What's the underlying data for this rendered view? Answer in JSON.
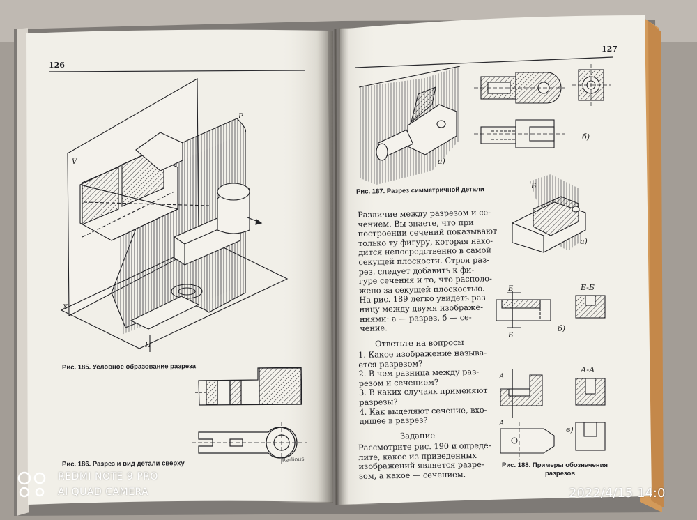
{
  "left_page": {
    "page_number": "126",
    "caption_185": "Рис. 185. Условное образование разреза",
    "caption_186": "Рис. 186. Разрез и вид детали сверху",
    "fig185_labels": {
      "plane_v": "V",
      "plane_p": "P",
      "axis_x": "X",
      "plane_h": "H"
    },
    "stamp": "Radious"
  },
  "right_page": {
    "page_number": "127",
    "caption_187": "Рис. 187. Разрез симметричной детали",
    "caption_188_line1": "Рис. 188. Примеры обозначения",
    "caption_188_line2": "разрезов",
    "fig_labels": {
      "a": "а)",
      "b": "б)",
      "v": "в)"
    },
    "section_marks": {
      "b": "Б",
      "bb": "Б-Б",
      "a": "А",
      "aa": "А-А"
    },
    "paragraph": [
      "Различие между разрезом и се-",
      "чением. Вы знаете, что при",
      "построении сечений показывают",
      "только ту фигуру, которая нахо-",
      "дится непосредственно в самой",
      "секущей плоскости. Строя раз-",
      "рез, следует добавить к фи-",
      "гуре сечения и то, что располо-",
      "жено за секущей плоскостью.",
      "На рис. 189 легко увидеть раз-",
      "ницу между двумя изображе-",
      "ниями: а — разрез,    б — се-",
      "чение."
    ],
    "questions_heading": "Ответьте на вопросы",
    "questions": [
      [
        "1. Какое изображение называ-",
        "    ется разрезом?"
      ],
      [
        "2. В чем разница между раз-",
        "    резом и сечением?"
      ],
      [
        "3. В каких случаях применяют",
        "    разрезы?"
      ],
      [
        "4. Как выделяют сечение, вхо-",
        "    дящее в разрез?"
      ]
    ],
    "task_heading": "Задание",
    "task": [
      "Рассмотрите рис. 190 и опреде-",
      "лите, какое из приведенных",
      "изображений является разре-",
      "зом, а какое — сечением."
    ]
  },
  "watermark": {
    "model": "REDMI NOTE 9 PRO",
    "camera": "AI QUAD CAMERA",
    "timestamp": "2022/4/15 14:0"
  }
}
